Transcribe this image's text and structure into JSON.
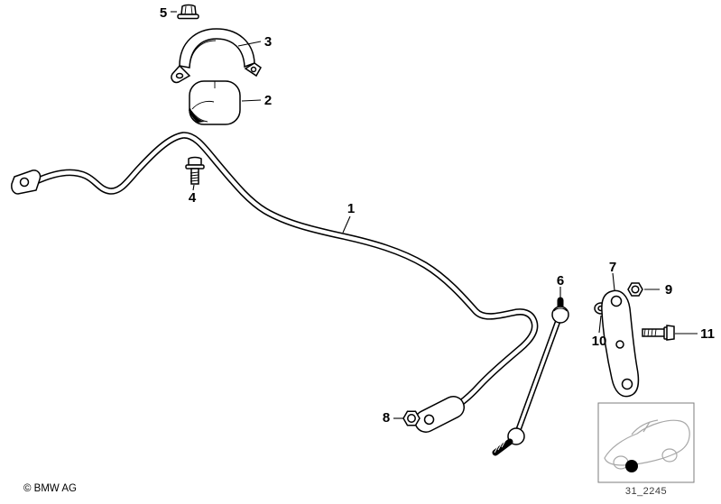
{
  "footer": {
    "copyright": "© BMW AG",
    "diagram_code": "31_2245"
  },
  "parts": {
    "p1": "1",
    "p2": "2",
    "p3": "3",
    "p4": "4",
    "p5": "5",
    "p6": "6",
    "p7": "7",
    "p8": "8",
    "p9": "9",
    "p10": "10",
    "p11": "11"
  },
  "colors": {
    "line": "#000000",
    "car_outline": "#a8a8a8",
    "frame": "#7d7d7d"
  }
}
